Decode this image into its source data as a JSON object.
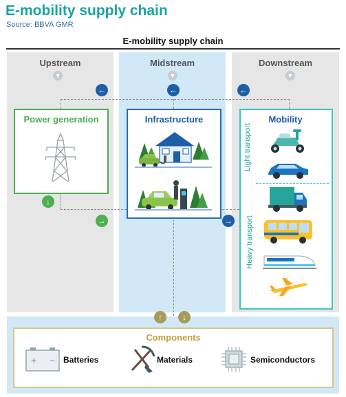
{
  "header": {
    "title": "E-mobility supply chain",
    "source": "Source: BBVA GMR",
    "diagram_title": "E-mobility supply chain"
  },
  "columns": {
    "upstream": "Upstream",
    "midstream": "Midstream",
    "downstream": "Downstream"
  },
  "boxes": {
    "power_generation": "Power generation",
    "infrastructure": "Infrastructure",
    "mobility": "Mobility",
    "light_transport": "Light transport",
    "heavy_transport": "Heavy transport"
  },
  "components": {
    "title": "Components",
    "items": [
      "Batteries",
      "Materials",
      "Semiconductors"
    ]
  },
  "icons": {
    "chevron": "chevron-down-icon",
    "arrow_left": "arrow-left-icon",
    "arrow_right": "arrow-right-icon",
    "arrow_down": "arrow-down-icon",
    "arrow_up": "arrow-up-icon"
  },
  "colors": {
    "title": "#1aa3a3",
    "power_border": "#4caf50",
    "infra_border": "#2a6db5",
    "mobility_border": "#3cc4c4",
    "components_title": "#c0a040",
    "arrow_blue": "#1c5fa6",
    "arrow_green": "#4caf50",
    "arrow_olive": "#a89a5a"
  }
}
